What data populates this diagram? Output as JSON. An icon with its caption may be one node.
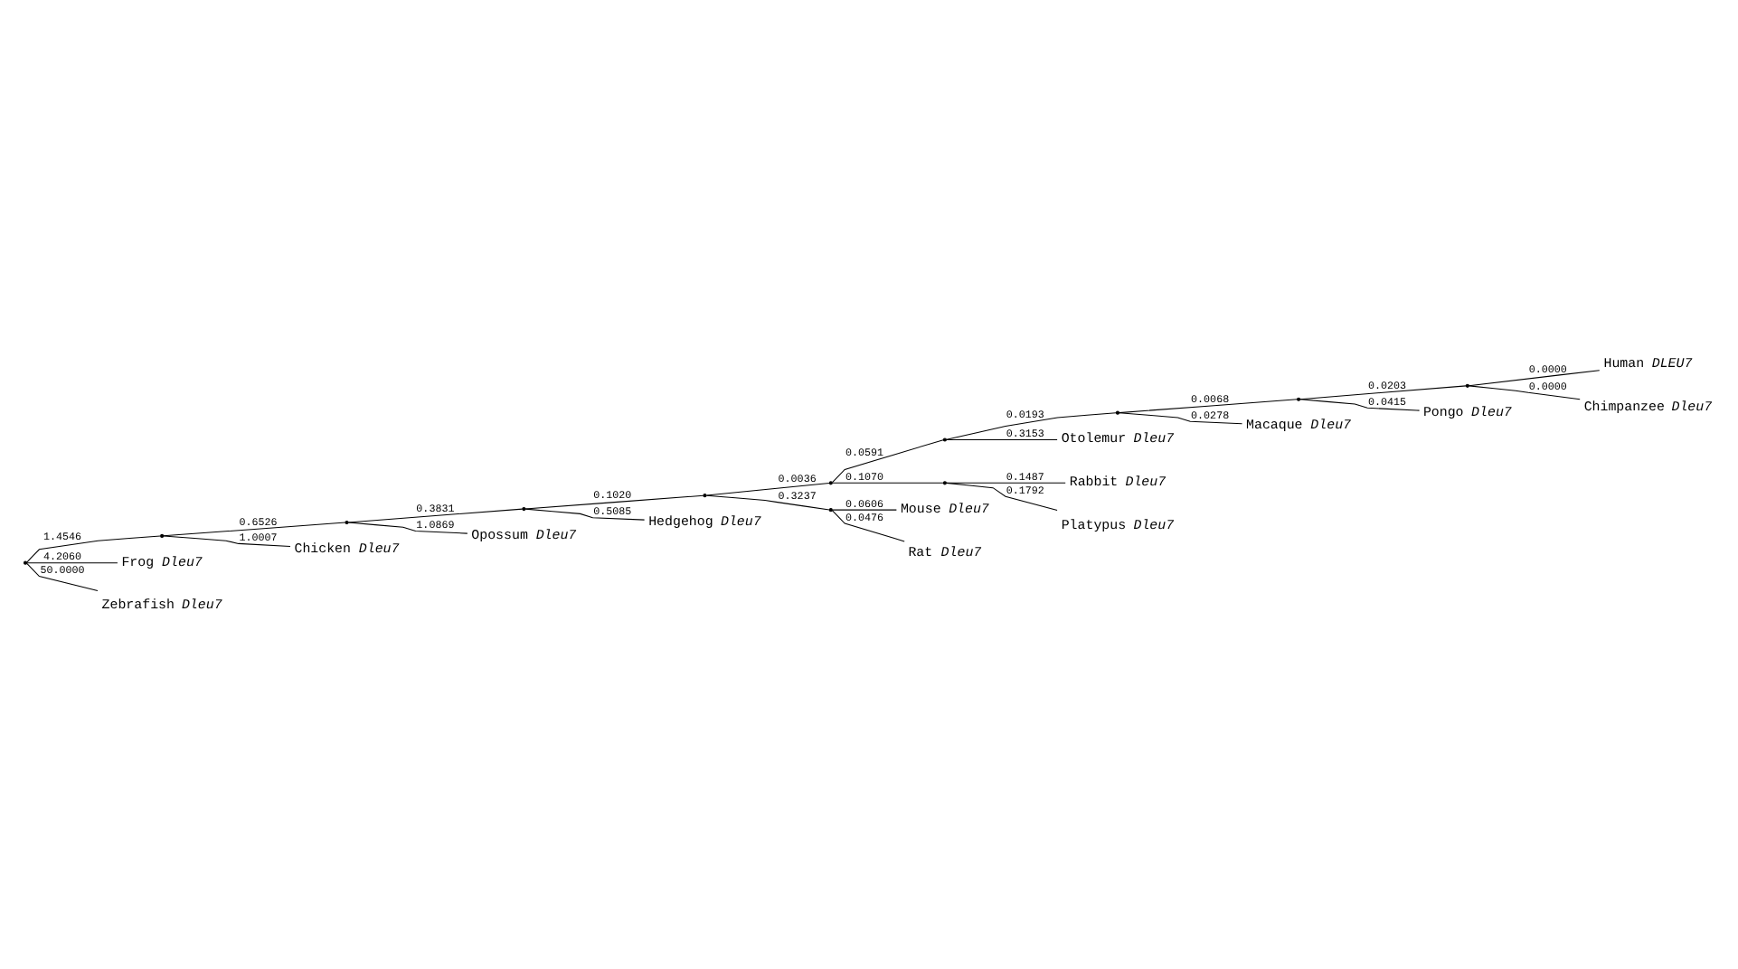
{
  "diagram": {
    "nodes": [
      {
        "text": [],
        "shape": "point"
      },
      {
        "text": [],
        "shape": "point"
      },
      {
        "text": [],
        "shape": "point"
      },
      {
        "text": [],
        "shape": "point"
      },
      {
        "text": [],
        "shape": "point"
      },
      {
        "text": [],
        "shape": "point"
      },
      {
        "text": [],
        "shape": "point"
      },
      {
        "text": [],
        "shape": "point"
      },
      {
        "text": [],
        "shape": "point"
      },
      {
        "text": [],
        "shape": "point"
      },
      {
        "text": [],
        "shape": "point"
      },
      {
        "text": [],
        "shape": "point"
      },
      {
        "text": [
          "Human *DLEU7*"
        ]
      },
      {
        "text": [
          "Chimpanzee *Dleu7*"
        ]
      },
      {
        "text": [
          "Pongo *Dleu7*"
        ]
      },
      {
        "text": [
          "Macaque *Dleu7*"
        ]
      },
      {
        "text": [
          "Otolemur *Dleu7*"
        ]
      },
      {
        "text": [
          "Rabbit *Dleu7*"
        ]
      },
      {
        "text": [
          "Platypus *Dleu7*"
        ]
      },
      {
        "text": [
          "Mouse *Dleu7*"
        ]
      },
      {
        "text": [
          "Rat *Dleu7*"
        ]
      },
      {
        "text": [
          "Hedgehog *Dleu7*"
        ]
      },
      {
        "text": [
          "Opossum *Dleu7*"
        ]
      },
      {
        "text": [
          "Chicken *Dleu7*"
        ]
      },
      {
        "text": [
          "Frog *Dleu7*"
        ]
      },
      {
        "text": [
          "Zebrafish *Dleu7*"
        ]
      }
    ],
    "edges": [
      {
        "from": 0,
        "to": 1,
        "arrow": "none",
        "label": "1.4546"
      },
      {
        "from": 1,
        "to": 2,
        "arrow": "none",
        "label": "0.6526"
      },
      {
        "from": 2,
        "to": 3,
        "arrow": "none",
        "label": "0.3831"
      },
      {
        "from": 3,
        "to": 4,
        "arrow": "none",
        "label": "0.1020"
      },
      {
        "from": 4,
        "to": 5,
        "arrow": "none",
        "label": "0.0036"
      },
      {
        "from": 5,
        "to": 6,
        "arrow": "none",
        "label": "0.0591"
      },
      {
        "from": 6,
        "to": 7,
        "arrow": "none",
        "label": "0.0193"
      },
      {
        "from": 7,
        "to": 8,
        "arrow": "none",
        "label": "0.0068"
      },
      {
        "from": 8,
        "to": 9,
        "arrow": "none",
        "label": "0.0203"
      },
      {
        "from": 9,
        "to": 12,
        "arrow": "none",
        "label": "0.0000"
      },
      {
        "from": 9,
        "to": 13,
        "arrow": "none",
        "label": "0.0000"
      },
      {
        "from": 8,
        "to": 14,
        "arrow": "none",
        "label": "0.0415"
      },
      {
        "from": 7,
        "to": 15,
        "arrow": "none",
        "label": "0.0278"
      },
      {
        "from": 6,
        "to": 16,
        "arrow": "none",
        "label": "0.3153"
      },
      {
        "from": 5,
        "to": 10,
        "arrow": "none",
        "label": "0.1070"
      },
      {
        "from": 10,
        "to": 17,
        "arrow": "none",
        "label": "0.1487"
      },
      {
        "from": 10,
        "to": 18,
        "arrow": "none",
        "label": "0.1792"
      },
      {
        "from": 4,
        "to": 11,
        "arrow": "none",
        "label": "0.3237"
      },
      {
        "from": 11,
        "to": 19,
        "arrow": "none",
        "label": "0.0606"
      },
      {
        "from": 11,
        "to": 20,
        "arrow": "none",
        "label": "0.0476"
      },
      {
        "from": 3,
        "to": 21,
        "arrow": "none",
        "label": "0.5085"
      },
      {
        "from": 2,
        "to": 22,
        "arrow": "none",
        "label": "1.0869"
      },
      {
        "from": 1,
        "to": 23,
        "arrow": "none",
        "label": "1.0007"
      },
      {
        "from": 0,
        "to": 24,
        "arrow": "none",
        "label": "4.2060"
      },
      {
        "from": 0,
        "to": 25,
        "arrow": "none",
        "label": "50.0000"
      }
    ]
  }
}
